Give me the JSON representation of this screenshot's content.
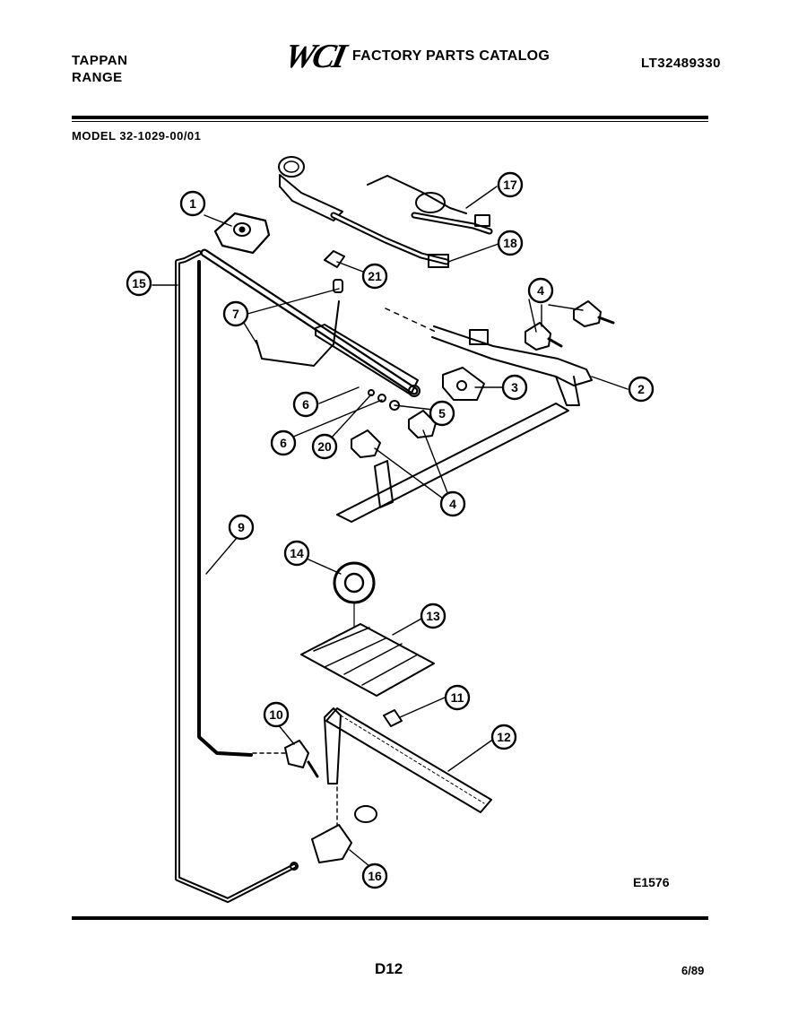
{
  "header": {
    "brand_line1": "TAPPAN",
    "brand_line2": "RANGE",
    "logo": "WCI",
    "catalog_title": "FACTORY PARTS CATALOG",
    "part_number": "LT32489330",
    "model": "MODEL 32-1029-00/01"
  },
  "footer": {
    "diagram_code": "E1576",
    "page": "D12",
    "date": "6/89"
  },
  "callouts": [
    "1",
    "2",
    "3",
    "4",
    "4",
    "5",
    "6",
    "6",
    "7",
    "9",
    "10",
    "11",
    "12",
    "13",
    "14",
    "15",
    "16",
    "17",
    "18",
    "20",
    "21"
  ],
  "colors": {
    "ink": "#000000",
    "paper": "#ffffff"
  }
}
